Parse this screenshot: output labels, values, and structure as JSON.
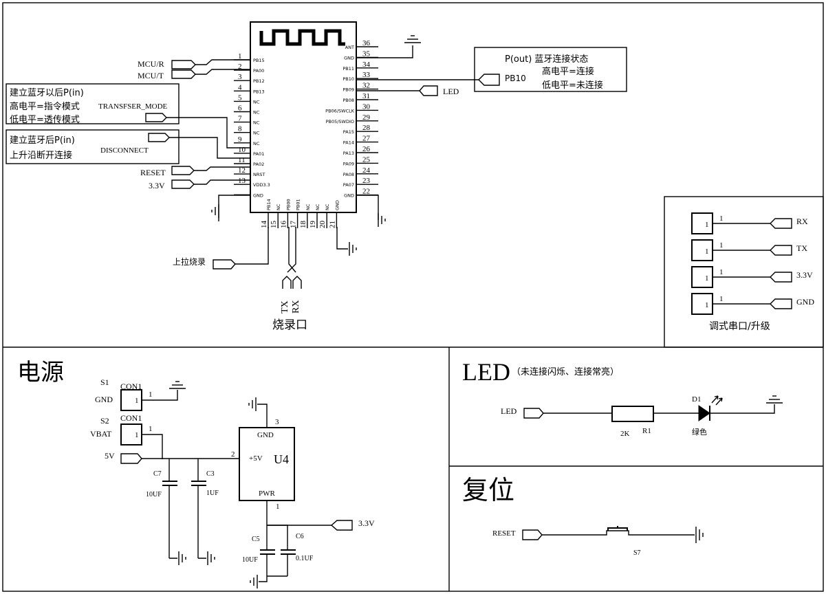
{
  "module": {
    "left_pins": [
      {
        "num": "1",
        "name": "PB15"
      },
      {
        "num": "2",
        "name": "PA00"
      },
      {
        "num": "3",
        "name": "PB12"
      },
      {
        "num": "4",
        "name": "PB13"
      },
      {
        "num": "5",
        "name": "NC"
      },
      {
        "num": "6",
        "name": "NC"
      },
      {
        "num": "7",
        "name": "NC"
      },
      {
        "num": "8",
        "name": "NC"
      },
      {
        "num": "9",
        "name": "NC"
      },
      {
        "num": "10",
        "name": "PA01"
      },
      {
        "num": "11",
        "name": "PA02"
      },
      {
        "num": "12",
        "name": "NRST"
      },
      {
        "num": "13",
        "name": "VDD3.3"
      },
      {
        "num": "",
        "name": "GND"
      }
    ],
    "right_pins": [
      {
        "num": "36",
        "name": "ANT"
      },
      {
        "num": "35",
        "name": "GND"
      },
      {
        "num": "34",
        "name": "PB11"
      },
      {
        "num": "33",
        "name": "PB10"
      },
      {
        "num": "32",
        "name": "PB09"
      },
      {
        "num": "31",
        "name": "PB08"
      },
      {
        "num": "30",
        "name": "PB06/SWCLK"
      },
      {
        "num": "29",
        "name": "PB05/SWDIO"
      },
      {
        "num": "28",
        "name": "PA15"
      },
      {
        "num": "27",
        "name": "PA14"
      },
      {
        "num": "26",
        "name": "PA13"
      },
      {
        "num": "25",
        "name": "PA09"
      },
      {
        "num": "24",
        "name": "PA08"
      },
      {
        "num": "23",
        "name": "PA07"
      },
      {
        "num": "22",
        "name": "GND"
      }
    ],
    "bottom_pins": [
      {
        "num": "14",
        "name": "PB14"
      },
      {
        "num": "15",
        "name": "NC"
      },
      {
        "num": "16",
        "name": "PB00"
      },
      {
        "num": "17",
        "name": "PB01"
      },
      {
        "num": "18",
        "name": "NC"
      },
      {
        "num": "19",
        "name": "NC"
      },
      {
        "num": "20",
        "name": "NC"
      },
      {
        "num": "21",
        "name": "GND"
      }
    ]
  },
  "labels": {
    "mcu_r": "MCU/R",
    "mcu_t": "MCU/T",
    "transfser": "TRANSFSER_MODE",
    "disconnect": "DISCONNECT",
    "reset": "RESET",
    "v33": "3.3V",
    "led": "LED",
    "pb10": "PB10",
    "pullup_burn": "上拉烧录",
    "tx": "TX",
    "rx": "RX",
    "burn_port": "烧录口"
  },
  "notes": {
    "mode_lines": [
      "建立蓝牙以后P(in)",
      "高电平=指令模式",
      "低电平=透传模式"
    ],
    "disc_lines": [
      "建立蓝牙后P(in)",
      "上升沿断开连接"
    ],
    "status_lines": [
      "P(out) 蓝牙连接状态",
      "高电平=连接",
      "低电平=未连接"
    ]
  },
  "debug": {
    "title": "调式串口/升级",
    "pins": [
      {
        "n": "1",
        "label": "RX"
      },
      {
        "n": "1",
        "label": "TX"
      },
      {
        "n": "1",
        "label": "3.3V"
      },
      {
        "n": "1",
        "label": "GND"
      }
    ]
  },
  "power": {
    "title": "电源",
    "s1": "S1",
    "s2": "S2",
    "con1a": "CON1",
    "con1b": "CON1",
    "gnd": "GND",
    "vbat": "VBAT",
    "v5": "5V",
    "one_a": "1",
    "one_b": "1",
    "pin1_a": "1",
    "pin1_b": "1",
    "c7": "C7",
    "c3": "C3",
    "c7v": "10UF",
    "c3v": "1UF",
    "c5": "C5",
    "c6": "C6",
    "c5v": "10UF",
    "c6v": "0.1UF",
    "u4": "U4",
    "u4_gnd": "GND",
    "u4_5v": "+5V",
    "u4_pwr": "PWR",
    "p3": "3",
    "p2": "2",
    "p1": "1",
    "v33": "3.3V"
  },
  "led": {
    "title": "LED",
    "subtitle": "（未连接闪烁、连接常亮）",
    "net": "LED",
    "r_val": "2K",
    "r_ref": "R1",
    "d_ref": "D1",
    "color": "绿色"
  },
  "reset": {
    "title": "复位",
    "net": "RESET",
    "sw": "S7"
  }
}
